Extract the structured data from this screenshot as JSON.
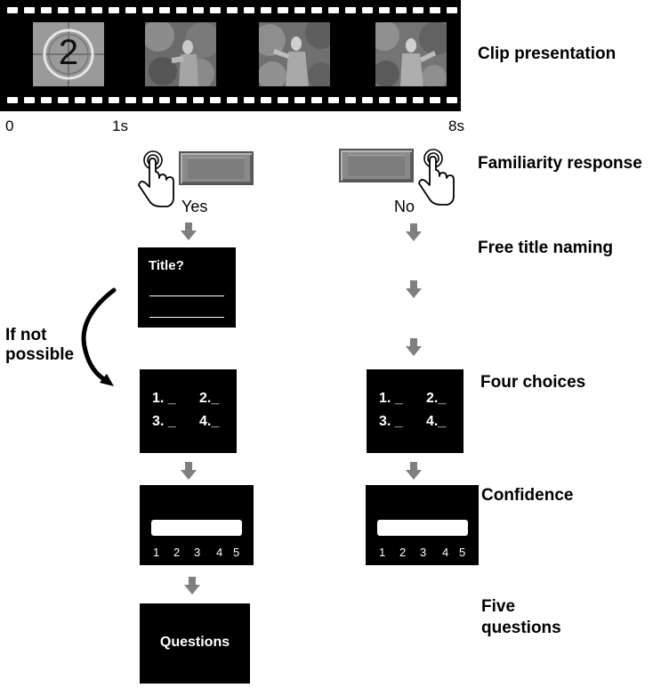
{
  "timeline": {
    "clip_label": "Clip presentation",
    "countdown_digit": "2",
    "t0": "0",
    "t1": "1s",
    "t8": "8s"
  },
  "familiarity": {
    "label": "Familiarity response",
    "yes": "Yes",
    "no": "No"
  },
  "free_naming": {
    "label": "Free title naming",
    "screen_text": "Title?"
  },
  "fallback": {
    "line1": "If not",
    "line2": "possible"
  },
  "four_choices": {
    "label": "Four choices",
    "opt1": "1. _",
    "opt2": "2._",
    "opt3": "3. _",
    "opt4": "4._"
  },
  "confidence": {
    "label": "Confidence",
    "scale": [
      "1",
      "2",
      "3",
      "4",
      "5"
    ]
  },
  "questions": {
    "label_line1": "Five",
    "label_line2": "questions",
    "screen_text": "Questions"
  }
}
